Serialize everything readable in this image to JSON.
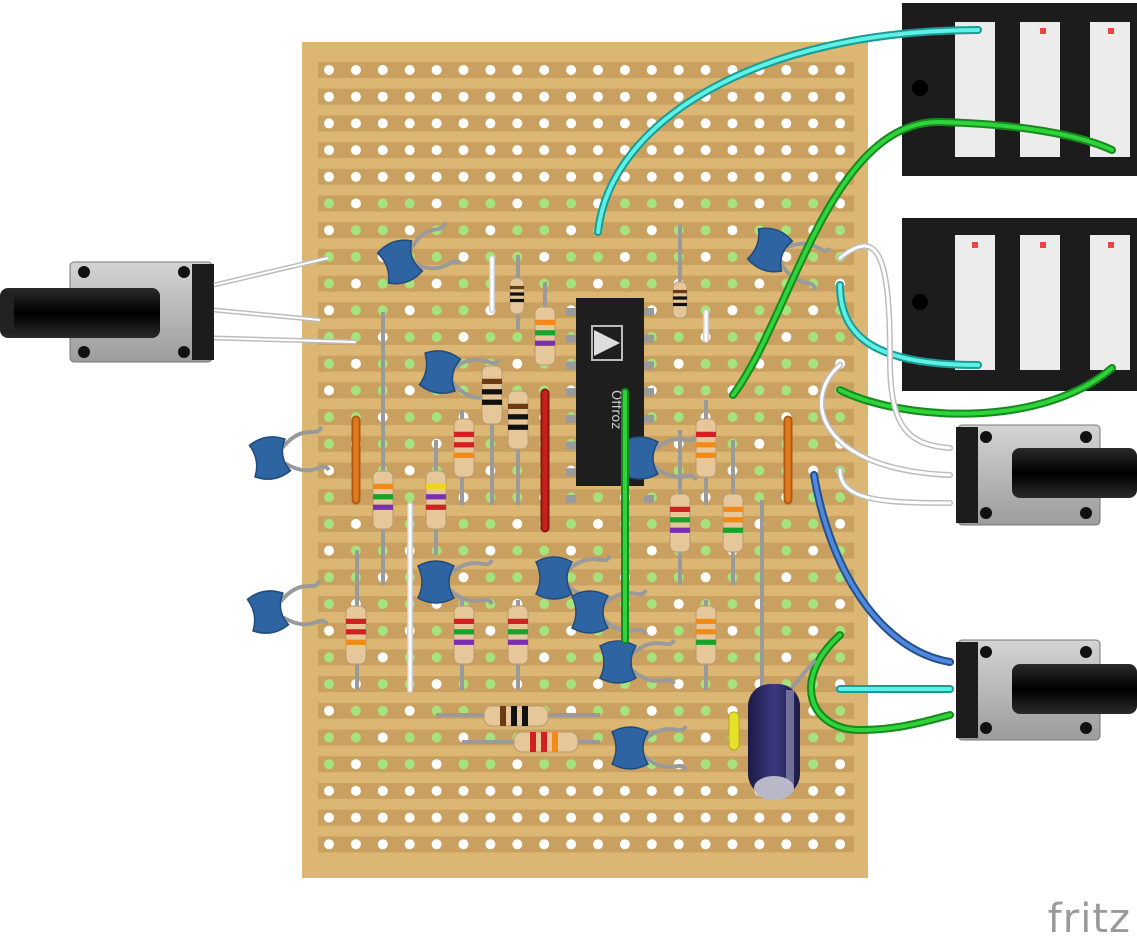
{
  "app": "fritz",
  "board": {
    "type": "stripboard",
    "rows": 30,
    "columns": 20,
    "color": "#dcb673",
    "strip_color": "#c9a060",
    "hole_color": "#ffffff",
    "active_hole_color": "#a6e37d"
  },
  "chip": {
    "label": "Offroz",
    "pins": 16
  },
  "components": {
    "potentiometers": 3,
    "jacks": 2,
    "ceramic_capacitors": 11,
    "resistors": 17,
    "electrolytic_capacitors": 1,
    "led": 1
  },
  "colors": {
    "wire_cyan": "#3fd9cf",
    "wire_green": "#22b72b",
    "wire_white": "#e8e8e8",
    "wire_blue": "#3e74c6",
    "wire_red": "#c8201a",
    "wire_orange": "#e07a1c",
    "cap_blue": "#2f64a3",
    "electrolytic": "#23225a",
    "pot_body": "#b8b8b8",
    "knob": "#111111",
    "jack_body": "#1c1c1c"
  },
  "watermark": "fritz"
}
